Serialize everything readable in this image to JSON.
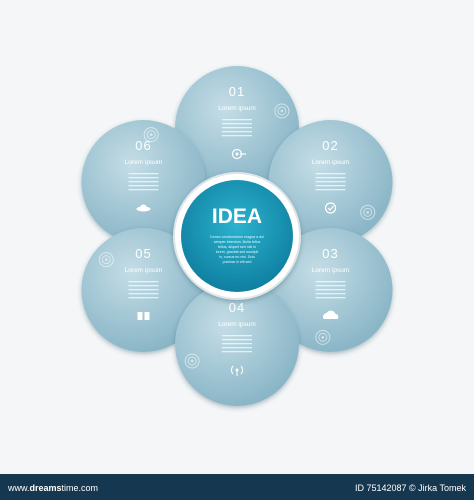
{
  "diagram": {
    "center": {
      "title": "IDEA",
      "body_lines": [
        "Donec condimentum magna a dui",
        "semper interdum. Nulla tellus",
        "tellus, aliquet sed nisi in",
        "lorem, gravida sed suscipit",
        "in, cursus eu nisi. Duis",
        "pulvinar in elit sed"
      ]
    },
    "petals": [
      {
        "number": "01",
        "label": "Lorem ipsum",
        "icon": "target-icon"
      },
      {
        "number": "02",
        "label": "Lorem ipsum",
        "icon": "check-badge-icon"
      },
      {
        "number": "03",
        "label": "Lorem ipsum",
        "icon": "cloud-icon"
      },
      {
        "number": "04",
        "label": "Lorem ipsum",
        "icon": "broadcast-icon"
      },
      {
        "number": "05",
        "label": "Lorem ipsum",
        "icon": "book-icon"
      },
      {
        "number": "06",
        "label": "Lorem ipsum",
        "icon": "ufo-icon"
      }
    ],
    "colors": {
      "petal": "#8fbccd",
      "petal_light": "#b8d6e1",
      "center": "#1794b4",
      "center_ring": "#ffffff",
      "footer": "#163750"
    }
  },
  "footer": {
    "brand_dreams": "dreams",
    "brand_time": "time.com",
    "brand_prefix": "www.",
    "credit": "ID 75142087 © Jirka Tomek"
  }
}
